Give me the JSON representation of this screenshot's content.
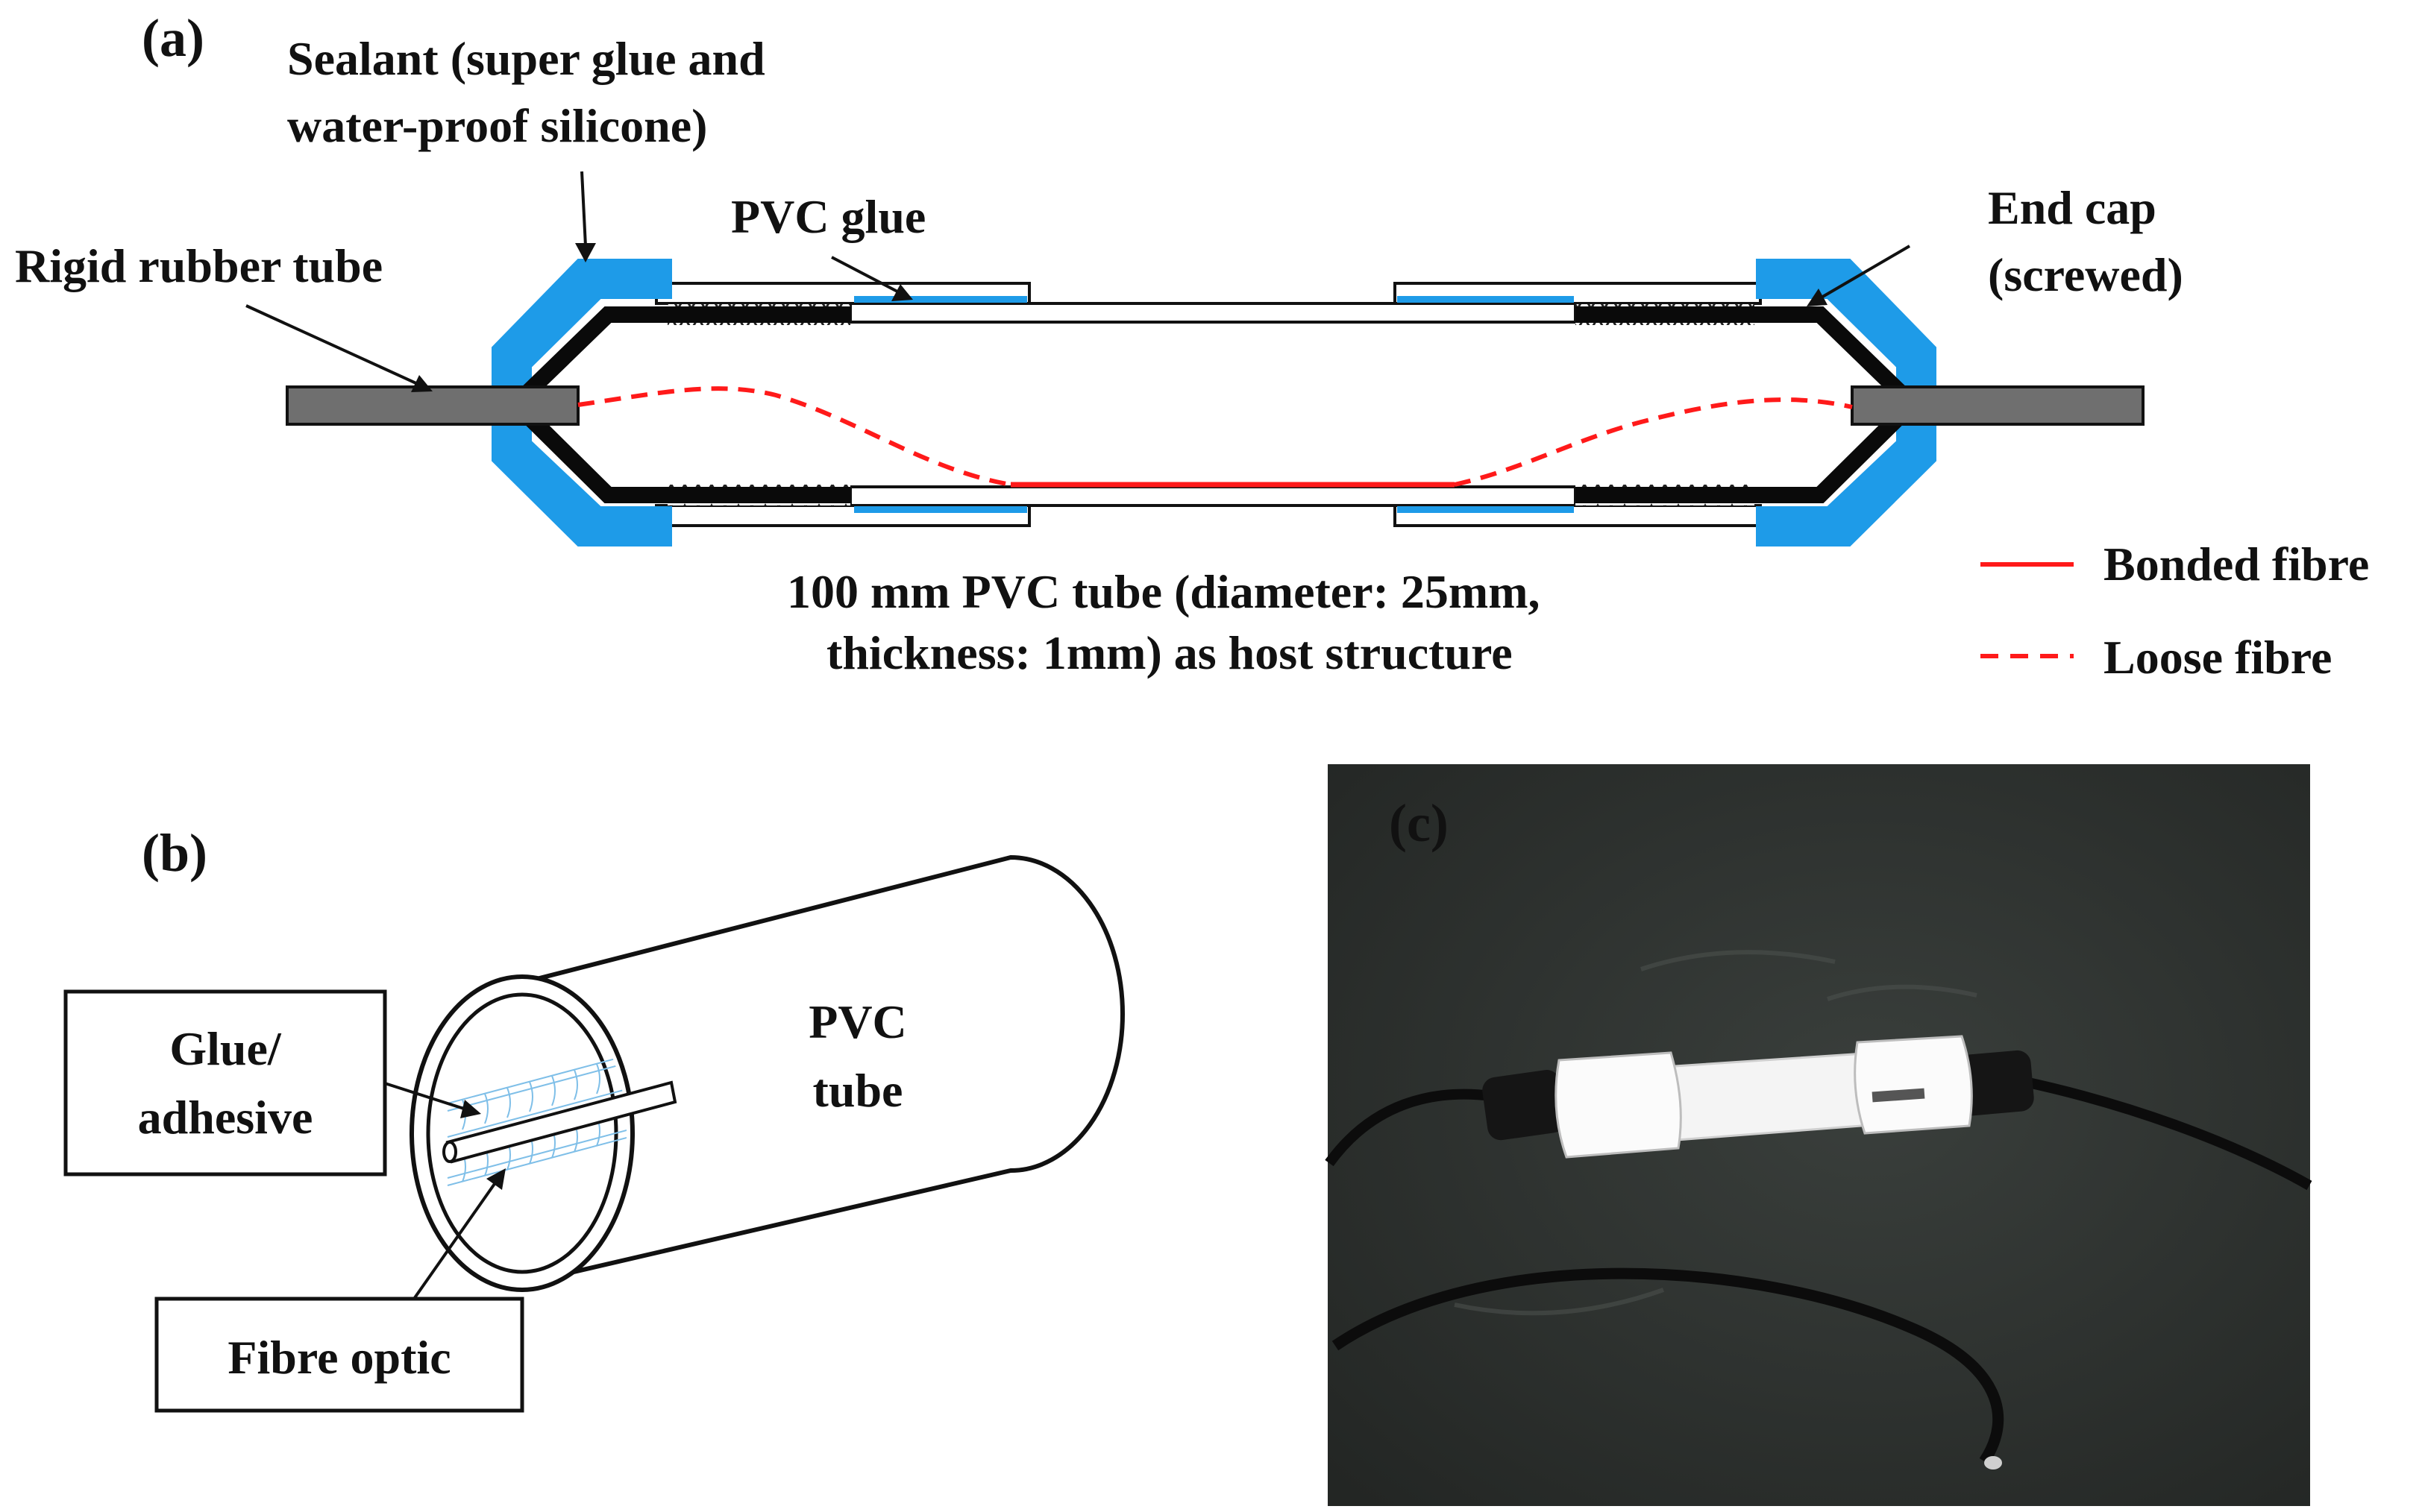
{
  "panel_a": {
    "label": "(a)",
    "sealant_line1": "Sealant (super glue and",
    "sealant_line2": "water-proof silicone)",
    "rigid_rubber_tube": "Rigid rubber tube",
    "pvc_glue": "PVC glue",
    "end_cap_line1": "End cap",
    "end_cap_line2": "(screwed)",
    "pvc_tube_line1": "100 mm PVC tube (diameter: 25mm,",
    "pvc_tube_line2": "thickness: 1mm) as host structure",
    "legend": [
      {
        "label": "Bonded fibre",
        "style": "solid",
        "color": "#ff1a1a"
      },
      {
        "label": "Loose fibre",
        "style": "dashed",
        "color": "#ff1a1a"
      }
    ]
  },
  "panel_b": {
    "label": "(b)",
    "glue_line1": "Glue/",
    "glue_line2": "adhesive",
    "fibre_optic": "Fibre optic",
    "pvc_line1": "PVC",
    "pvc_line2": "tube"
  },
  "panel_c": {
    "label": "(c)"
  },
  "colors": {
    "sealant_blue": "#1e9be8",
    "rubber_grey": "#6f6f6f",
    "fibre_red": "#ff1a1a",
    "floor": "#2f3331"
  }
}
